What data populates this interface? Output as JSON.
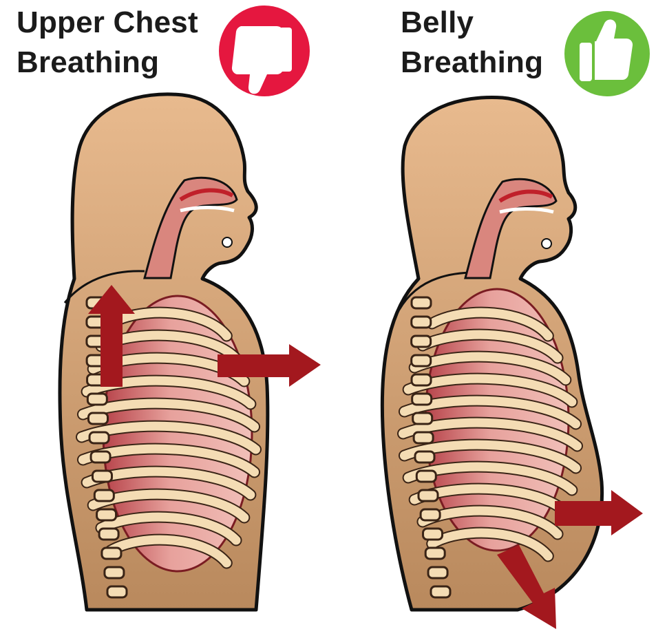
{
  "panels": [
    {
      "title_line1": "Upper Chest",
      "title_line2": "Breathing",
      "badge": {
        "icon": "thumbs-down-icon",
        "color": "#e5173f"
      }
    },
    {
      "title_line1": "Belly",
      "title_line2": "Breathing",
      "badge": {
        "icon": "thumbs-up-icon",
        "color": "#6bbf3c"
      }
    }
  ],
  "colors": {
    "skin": "#e7b98d",
    "skin_shadow": "#9a6a42",
    "outline": "#111111",
    "lung": "#e9a4a0",
    "lung_dark": "#b53c43",
    "rib": "#f4dcb4",
    "airway": "#d7837b",
    "arrow": "#a3181e"
  }
}
